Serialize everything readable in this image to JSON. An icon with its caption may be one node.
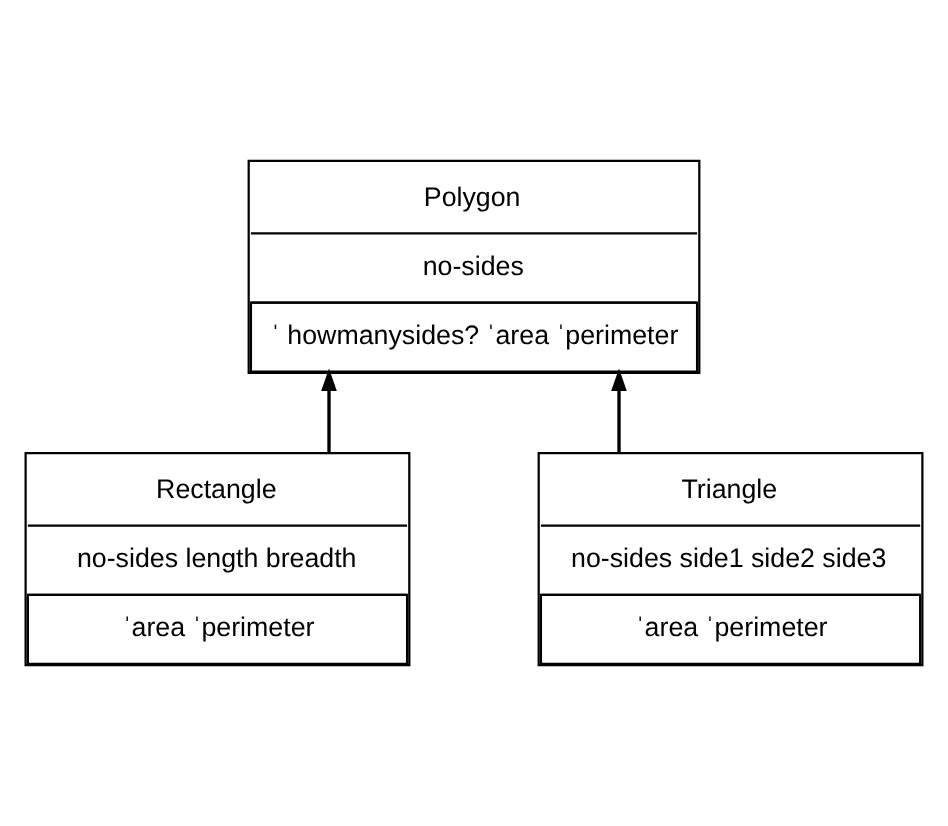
{
  "diagram": {
    "nodes": [
      {
        "text": [
          "Polygon",
          "no-sides",
          "ˈ howmanysides? ˈarea ˈperimeter"
        ]
      },
      {
        "text": [
          "Rectangle",
          "no-sides length breadth",
          "ˈarea ˈperimeter"
        ]
      },
      {
        "text": [
          "Triangle",
          "no-sides side1 side2 side3",
          "ˈarea ˈperimeter"
        ]
      }
    ],
    "edges": [
      {
        "from": 1,
        "to": 0,
        "arrow": "to"
      },
      {
        "from": 2,
        "to": 0,
        "arrow": "to"
      }
    ]
  }
}
